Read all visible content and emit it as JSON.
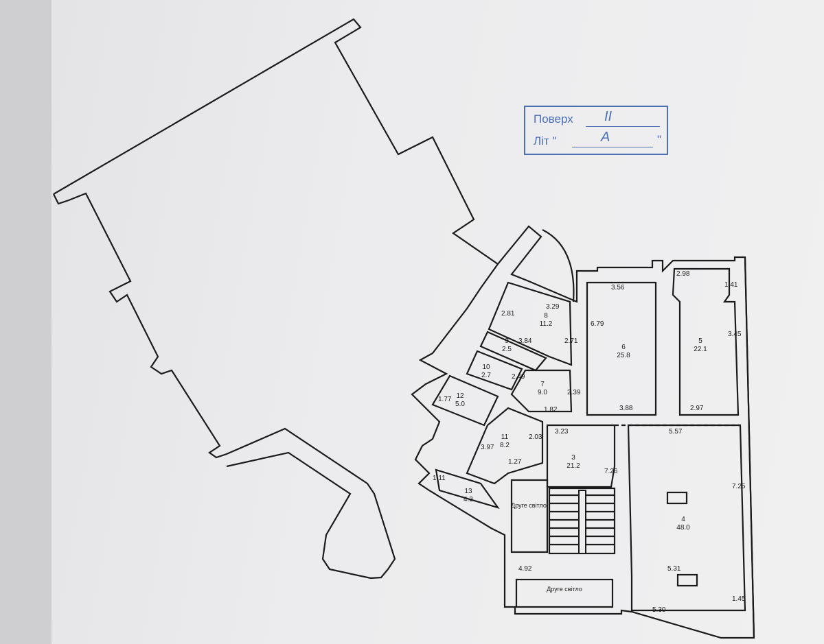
{
  "stamp": {
    "floor_label": "Поверх",
    "floor_value": "II",
    "letter_label": "Літ \"",
    "letter_value": "А",
    "letter_close": "\""
  },
  "rooms": [
    {
      "number": "8",
      "area": "11.2"
    },
    {
      "number": "9",
      "area": "2.5"
    },
    {
      "number": "10",
      "area": "2.7"
    },
    {
      "number": "7",
      "area": "9.0"
    },
    {
      "number": "12",
      "area": "5.0"
    },
    {
      "number": "11",
      "area": "8.2"
    },
    {
      "number": "13",
      "area": "4.3"
    },
    {
      "number": "3",
      "area": "21.2"
    },
    {
      "number": "6",
      "area": "25.8"
    },
    {
      "number": "5",
      "area": "22.1"
    },
    {
      "number": "4",
      "area": "48.0"
    }
  ],
  "second_light": [
    "Друге світло",
    "Друге світло"
  ],
  "dimensions": [
    "3.56",
    "2.98",
    "1.41",
    "3.29",
    "2.81",
    "6.79",
    "3.45",
    "2.71",
    "3.84",
    "2.49",
    "2.39",
    "1.77",
    "1.82",
    "3.88",
    "2.97",
    "3.23",
    "5.57",
    "2.03",
    "3.97",
    "1.27",
    "7.26",
    "1.11",
    "7.25",
    "4.92",
    "5.31",
    "1.45",
    "5.30"
  ]
}
